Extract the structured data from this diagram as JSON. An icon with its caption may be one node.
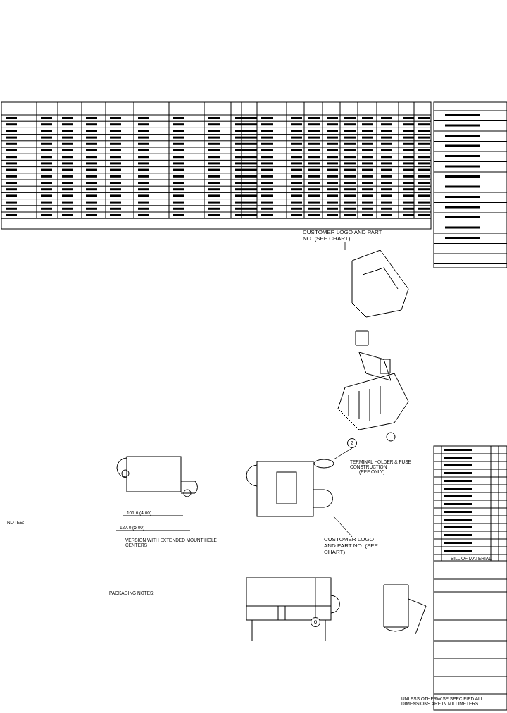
{
  "diagram": {
    "nodes": [
      {
        "text": [
          "CUSTOMER LOGO AND PART NO. (SEE CHART)"
        ]
      },
      {
        "text": [
          "CUSTOMER LOGO AND PART NO. (SEE CHART)"
        ]
      },
      {
        "text": [
          "2"
        ]
      },
      {
        "text": [
          "6"
        ]
      },
      {
        "text": [],
        "shape": "picture"
      },
      {
        "text": [],
        "shape": "picture"
      },
      {
        "text": [],
        "shape": "picture"
      }
    ],
    "edges": [
      {
        "from": 0,
        "to": 4,
        "arrow": "none"
      },
      {
        "from": 1,
        "to": 5,
        "arrow": "none"
      },
      {
        "from": 2,
        "to": 5,
        "arrow": "none"
      },
      {
        "from": 3,
        "to": 6,
        "arrow": "none"
      }
    ],
    "labels": [
      "NOTES:",
      "101.6 (4.00)",
      "127.0 (5.00)",
      "VERSION WITH EXTENDED MOUNT HOLE CENTERS",
      "TERMINAL HOLDER & FUSE CONSTRUCTION",
      "(REF ONLY)",
      "BILL OF MATERIAL",
      "PACKAGING NOTES:",
      "UNLESS OTHERWISE SPECIFIED ALL DIMENSIONS ARE IN MILLIMETERS"
    ]
  }
}
